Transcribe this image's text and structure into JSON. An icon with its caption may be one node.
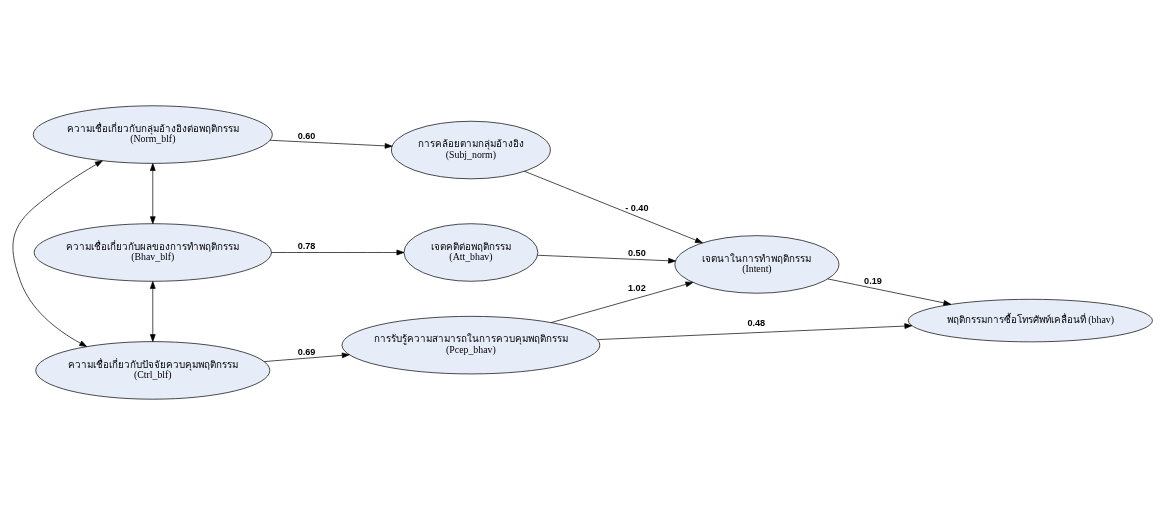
{
  "diagram": {
    "nodes": [
      {
        "text": [
          "ความเชื่อเกี่ยวกับผลของการทำพฤติกรรม",
          "(Bhav_blf)"
        ]
      },
      {
        "text": [
          "ความเชื่อเกี่ยวกับกลุ่มอ้างอิงต่อพฤติกรรม",
          "(Norm_blf)"
        ]
      },
      {
        "text": [
          "ความเชื่อเกี่ยวกับปัจจัยควบคุมพฤติกรรม",
          "(Ctrl_blf)"
        ]
      },
      {
        "text": [
          "เจตคติต่อพฤติกรรม",
          "(Att_bhav)"
        ]
      },
      {
        "text": [
          "การคล้อยตามกลุ่มอ้างอิง",
          "(Subj_norm)"
        ]
      },
      {
        "text": [
          "การรับรู้ความสามารถในการควบคุมพฤติกรรม",
          "(Pcep_bhav)"
        ]
      },
      {
        "text": [
          "เจตนาในการทำพฤติกรรม",
          "(Intent)"
        ]
      },
      {
        "text": [
          "พฤติกรรมการซื้อโทรศัพท์เคลื่อนที่ (bhav)"
        ]
      }
    ],
    "edges": [
      {
        "from": 0,
        "to": 1,
        "arrow": "both"
      },
      {
        "from": 1,
        "to": 2,
        "arrow": "both"
      },
      {
        "from": 0,
        "to": 2,
        "arrow": "both"
      },
      {
        "from": 0,
        "to": 3,
        "arrow": "to",
        "label": "0.78"
      },
      {
        "from": 1,
        "to": 4,
        "arrow": "to",
        "label": "0.60"
      },
      {
        "from": 2,
        "to": 5,
        "arrow": "to",
        "label": "0.69"
      },
      {
        "from": 3,
        "to": 6,
        "arrow": "to",
        "label": "0.50"
      },
      {
        "from": 4,
        "to": 6,
        "arrow": "to",
        "label": "- 0.40"
      },
      {
        "from": 5,
        "to": 6,
        "arrow": "to",
        "label": "1.02"
      },
      {
        "from": 6,
        "to": 7,
        "arrow": "to",
        "label": "0.19"
      },
      {
        "from": 5,
        "to": 7,
        "arrow": "to",
        "label": "0.48"
      }
    ]
  }
}
